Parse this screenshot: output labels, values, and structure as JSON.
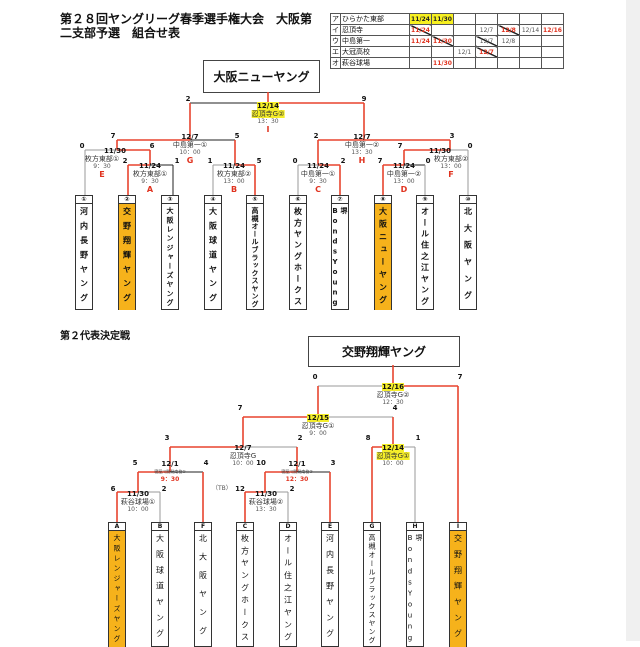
{
  "title": "第２８回ヤングリーグ春季選手権大会　大阪第二支部予選　組合せ表",
  "schedule": [
    {
      "key": "ア",
      "venue": "ひらかた東部",
      "cells": [
        {
          "t": "11/24",
          "s": "yellow"
        },
        {
          "t": "11/30",
          "s": "yellow"
        },
        {
          "t": "",
          "s": ""
        },
        {
          "t": "",
          "s": ""
        },
        {
          "t": "",
          "s": ""
        },
        {
          "t": "",
          "s": ""
        },
        {
          "t": "",
          "s": ""
        }
      ]
    },
    {
      "key": "イ",
      "venue": "忍頂寺",
      "cells": [
        {
          "t": "11/24",
          "s": "red-struck"
        },
        {
          "t": "",
          "s": ""
        },
        {
          "t": "",
          "s": ""
        },
        {
          "t": "12/7",
          "s": ""
        },
        {
          "t": "12/8",
          "s": "red-struck"
        },
        {
          "t": "12/14",
          "s": ""
        },
        {
          "t": "12/16",
          "s": "red"
        }
      ]
    },
    {
      "key": "ウ",
      "venue": "中島第一",
      "cells": [
        {
          "t": "11/24",
          "s": "red"
        },
        {
          "t": "11/30",
          "s": "red-struck"
        },
        {
          "t": "",
          "s": ""
        },
        {
          "t": "12/7",
          "s": "struck"
        },
        {
          "t": "12/8",
          "s": ""
        },
        {
          "t": "",
          "s": ""
        },
        {
          "t": "",
          "s": ""
        }
      ]
    },
    {
      "key": "エ",
      "venue": "大冠高校",
      "cells": [
        {
          "t": "",
          "s": ""
        },
        {
          "t": "",
          "s": ""
        },
        {
          "t": "12/1",
          "s": ""
        },
        {
          "t": "12/7",
          "s": "red-struck"
        },
        {
          "t": "",
          "s": ""
        },
        {
          "t": "",
          "s": ""
        },
        {
          "t": "",
          "s": ""
        }
      ]
    },
    {
      "key": "オ",
      "venue": "萩谷球場",
      "cells": [
        {
          "t": "",
          "s": ""
        },
        {
          "t": "11/30",
          "s": "red"
        },
        {
          "t": "",
          "s": ""
        },
        {
          "t": "",
          "s": ""
        },
        {
          "t": "",
          "s": ""
        },
        {
          "t": "",
          "s": ""
        },
        {
          "t": "",
          "s": ""
        }
      ]
    }
  ],
  "bracket1": {
    "champion": "大阪ニューヤング",
    "matches": [
      {
        "id": "I",
        "date": "12/14",
        "venue": "忍頂寺G②",
        "time": "13：30",
        "code": "I",
        "score_left": "2",
        "score_right": "9",
        "highlight": true
      },
      {
        "id": "G",
        "date": "12/7",
        "venue": "中島第一①",
        "time": "10：00",
        "code": "G",
        "score_left": "7",
        "score_right": "5"
      },
      {
        "id": "H",
        "date": "12/7",
        "venue": "中島第一②",
        "time": "13：30",
        "code": "H",
        "score_left": "2",
        "score_right": "3"
      },
      {
        "id": "E",
        "date": "11/30",
        "venue": "枚方東部①",
        "time": "9：30",
        "code": "E",
        "score_left": "0",
        "score_right": "6"
      },
      {
        "id": "A",
        "date": "11/24",
        "venue": "枚方東部①",
        "time": "9：30",
        "code": "A",
        "score_left": "2",
        "score_right": "1"
      },
      {
        "id": "B",
        "date": "11/24",
        "venue": "枚方東部②",
        "time": "13：00",
        "code": "B",
        "score_left": "1",
        "score_right": "5"
      },
      {
        "id": "C",
        "date": "11/24",
        "venue": "中島第一①",
        "time": "9：30",
        "code": "C",
        "score_left": "0",
        "score_right": "2"
      },
      {
        "id": "F",
        "date": "11/30",
        "venue": "枚方東部②",
        "time": "13：00",
        "code": "F",
        "score_left": "7",
        "score_right": "0"
      },
      {
        "id": "D",
        "date": "11/24",
        "venue": "中島第一②",
        "time": "13：00",
        "code": "D",
        "score_left": "7",
        "score_right": "0"
      }
    ],
    "teams": [
      {
        "num": "①",
        "name": "河内長野ヤング",
        "highlight": false
      },
      {
        "num": "②",
        "name": "交野翔輝ヤング",
        "highlight": true
      },
      {
        "num": "③",
        "name": "大阪レンジャーズヤング",
        "highlight": false
      },
      {
        "num": "④",
        "name": "大阪球道ヤング",
        "highlight": false
      },
      {
        "num": "⑤",
        "name": "高槻オールブラックスヤング",
        "highlight": false
      },
      {
        "num": "⑥",
        "name": "枚方ヤングホークス",
        "highlight": false
      },
      {
        "num": "⑦",
        "name": "堺BondsYoung",
        "highlight": false
      },
      {
        "num": "⑧",
        "name": "大阪ニューヤング",
        "highlight": true
      },
      {
        "num": "⑨",
        "name": "オール住之江ヤング",
        "highlight": false
      },
      {
        "num": "⑩",
        "name": "北大阪ヤング",
        "highlight": false
      }
    ]
  },
  "bracket2": {
    "section_title": "第２代表決定戦",
    "champion": "交野翔輝ヤング",
    "tb_note": "（TB）",
    "matches": [
      {
        "date": "12/16",
        "venue": "忍頂寺G②",
        "time": "12：30",
        "score_left": "0",
        "score_right": "7",
        "highlight_date": true
      },
      {
        "date": "12/15",
        "venue": "忍頂寺G①",
        "time": "9：00",
        "score_left": "7",
        "score_right": "4",
        "highlight_date": true
      },
      {
        "date": "12/7",
        "venue": "忍頂寺G",
        "time": "10：00",
        "score_left": "3",
        "score_right": "2"
      },
      {
        "date": "12/14",
        "venue": "忍頂寺G①",
        "time": "10：00",
        "score_left": "8",
        "score_right": "1",
        "highlight_date": true,
        "highlight_venue": true
      },
      {
        "date": "12/1",
        "venue": "寝屋川開発南校①",
        "time": "9：30",
        "score_left": "5",
        "score_right": "4",
        "time_red": true
      },
      {
        "date": "12/1",
        "venue": "寝屋川開発南校②",
        "time": "12：30",
        "score_left": "10",
        "score_right": "3",
        "time_red": true
      },
      {
        "date": "11/30",
        "venue": "萩谷球場①",
        "time": "10：00",
        "score_left": "6",
        "score_right": "2"
      },
      {
        "date": "11/30",
        "venue": "萩谷球場②",
        "time": "13：30",
        "score_left": "12",
        "score_right": "2"
      }
    ],
    "teams": [
      {
        "num": "A",
        "name": "大阪レンジャーズヤング",
        "highlight": true
      },
      {
        "num": "B",
        "name": "大阪球道ヤング",
        "highlight": false
      },
      {
        "num": "F",
        "name": "北大阪ヤング",
        "highlight": false
      },
      {
        "num": "C",
        "name": "枚方ヤングホークス",
        "highlight": false
      },
      {
        "num": "D",
        "name": "オール住之江ヤング",
        "highlight": false
      },
      {
        "num": "E",
        "name": "河内長野ヤング",
        "highlight": false
      },
      {
        "num": "G",
        "name": "高槻オールブラックスヤング",
        "highlight": false
      },
      {
        "num": "H",
        "name": "堺BondsYoung",
        "highlight": false
      },
      {
        "num": "I",
        "name": "交野翔輝ヤング",
        "highlight": true
      }
    ]
  },
  "colors": {
    "winner_line": "#e8442e",
    "loser_line": "#9a9a9a",
    "neutral_line": "#222222",
    "highlight_team": "#f6b21b",
    "highlight_date": "#f5ee2a"
  }
}
